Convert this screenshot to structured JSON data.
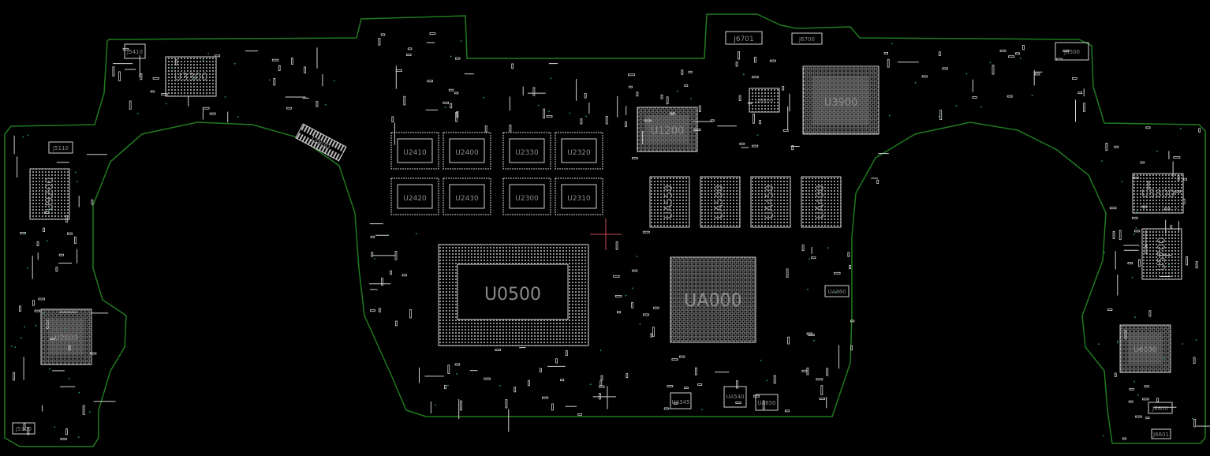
{
  "colors": {
    "background": "#000000",
    "outline": "#1f7a1f",
    "silk": "#cfcfcf",
    "label": "#8a8a8a",
    "via": "#2f8f8f",
    "cursor": "#c84a4a"
  },
  "components": {
    "U0500": "U0500",
    "UA000": "UA000",
    "U3900": "U3900",
    "U1200": "U1200",
    "U3300": "U3300",
    "U9200": "U9200",
    "U2800": "U2800",
    "U5800": "U5800",
    "U5700": "U5700",
    "U6000": "U6000",
    "U2410": "U2410",
    "U2400": "U2400",
    "U2330": "U2330",
    "U2320": "U2320",
    "U2420": "U2420",
    "U2430": "U2430",
    "U2300": "U2300",
    "U2310": "U2310",
    "UA550": "UA550",
    "UA500": "UA500",
    "UA450": "UA450",
    "UA400": "UA400",
    "U6800": "U6800",
    "J6701": "J6701",
    "J6700": "J6700",
    "J5110": "J5110",
    "J5100": "J5100",
    "J6500": "J6500",
    "J6600": "J6600",
    "J5410": "J5410",
    "J3800": "J3800",
    "UA345": "UA345",
    "UA540": "UA540",
    "UA650": "UA650",
    "UA360": "UA360",
    "J6601": "J6601"
  }
}
